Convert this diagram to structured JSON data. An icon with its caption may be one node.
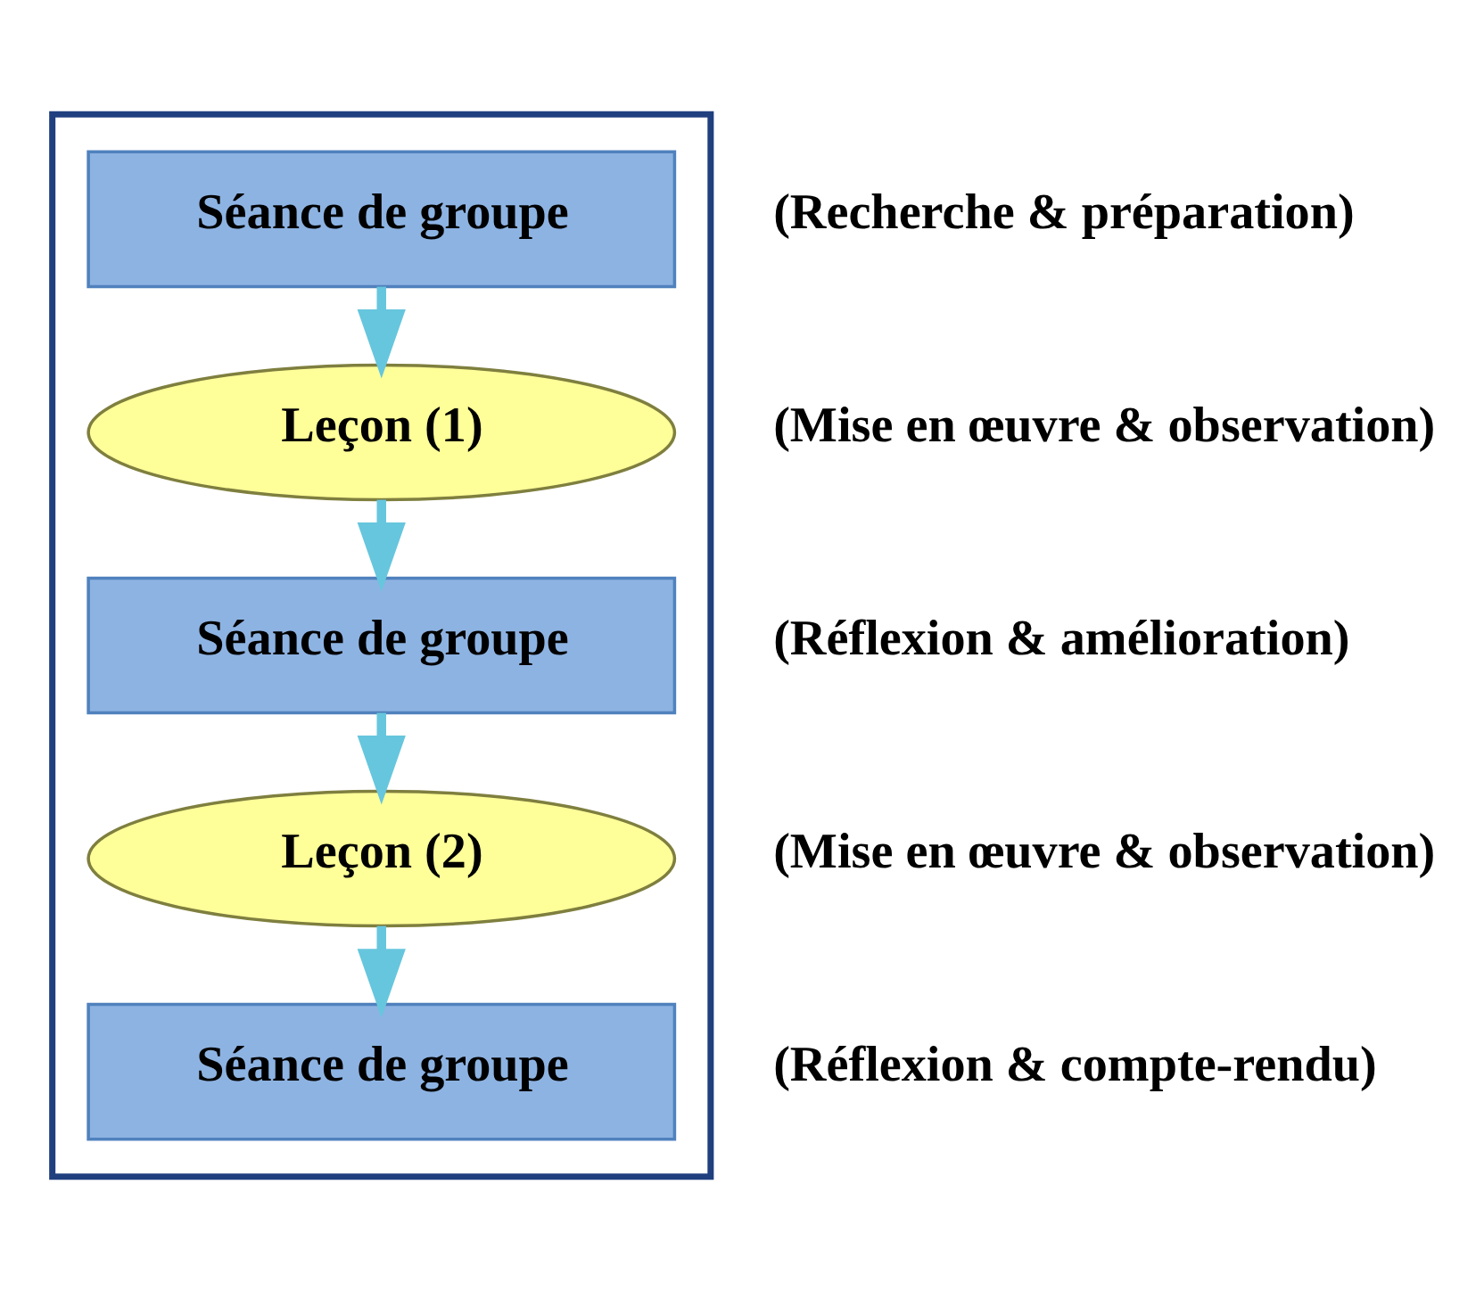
{
  "diagram": {
    "nodes": [
      {
        "text": [],
        "shape": "box"
      },
      {
        "text": [
          "Séance de groupe"
        ],
        "in": 0,
        "beside": [
          "(Recherche & préparation)"
        ]
      },
      {
        "text": [
          "Leçon (1)"
        ],
        "in": 0,
        "beside": [
          "(Mise en œuvre & observation)"
        ]
      },
      {
        "text": [
          "Séance de groupe"
        ],
        "in": 0,
        "beside": [
          "(Réflexion & amélioration)"
        ]
      },
      {
        "text": [
          "Leçon (2)"
        ],
        "in": 0,
        "beside": [
          "(Mise en œuvre & observation)"
        ]
      },
      {
        "text": [
          "Séance de groupe"
        ],
        "in": 0,
        "beside": [
          "(Réflexion & compte-rendu)"
        ]
      }
    ],
    "edges": [
      {
        "from": 1,
        "to": 2,
        "arrow": "to"
      },
      {
        "from": 2,
        "to": 3,
        "arrow": "to"
      },
      {
        "from": 3,
        "to": 4,
        "arrow": "to"
      },
      {
        "from": 4,
        "to": 5,
        "arrow": "to"
      }
    ]
  }
}
